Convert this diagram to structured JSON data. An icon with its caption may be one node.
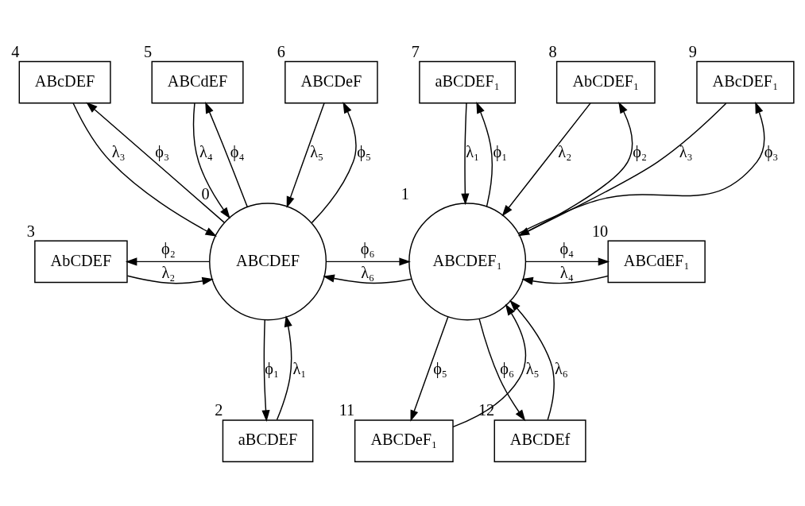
{
  "diagram": {
    "nodes": [
      {
        "text": [
          "ABCDEF"
        ],
        "beside": [
          "0"
        ]
      },
      {
        "text": [
          "ABCDEF₁"
        ],
        "beside": [
          "1"
        ]
      },
      {
        "text": [
          "aBCDEF"
        ],
        "beside": [
          "2"
        ]
      },
      {
        "text": [
          "AbCDEF"
        ],
        "beside": [
          "3"
        ]
      },
      {
        "text": [
          "ABcDEF"
        ],
        "beside": [
          "4"
        ]
      },
      {
        "text": [
          "ABCdEF"
        ],
        "beside": [
          "5"
        ]
      },
      {
        "text": [
          "ABCDeF"
        ],
        "beside": [
          "6"
        ]
      },
      {
        "text": [
          "aBCDEF₁"
        ],
        "beside": [
          "7"
        ]
      },
      {
        "text": [
          "AbCDEF₁"
        ],
        "beside": [
          "8"
        ]
      },
      {
        "text": [
          "ABcDEF₁"
        ],
        "beside": [
          "9"
        ]
      },
      {
        "text": [
          "ABCdEF₁"
        ],
        "beside": [
          "10"
        ]
      },
      {
        "text": [
          "ABCDeF₁"
        ],
        "beside": [
          "11"
        ]
      },
      {
        "text": [
          "ABCDEf"
        ],
        "beside": [
          "12"
        ]
      }
    ],
    "edges": [
      {
        "from": 0,
        "to": 4,
        "arrow": "to",
        "label": "ϕ₃"
      },
      {
        "from": 4,
        "to": 0,
        "arrow": "to",
        "label": "λ₃"
      },
      {
        "from": 0,
        "to": 5,
        "arrow": "to",
        "label": "ϕ₄"
      },
      {
        "from": 5,
        "to": 0,
        "arrow": "to",
        "label": "λ₄"
      },
      {
        "from": 0,
        "to": 6,
        "arrow": "to",
        "label": "ϕ₅"
      },
      {
        "from": 6,
        "to": 0,
        "arrow": "to",
        "label": "λ₅"
      },
      {
        "from": 0,
        "to": 3,
        "arrow": "to",
        "label": "ϕ₂"
      },
      {
        "from": 3,
        "to": 0,
        "arrow": "to",
        "label": "λ₂"
      },
      {
        "from": 0,
        "to": 1,
        "arrow": "to",
        "label": "ϕ₆"
      },
      {
        "from": 1,
        "to": 0,
        "arrow": "to",
        "label": "λ₆"
      },
      {
        "from": 2,
        "to": 0,
        "arrow": "to",
        "label": "λ₁"
      },
      {
        "from": 0,
        "to": 2,
        "arrow": "to",
        "label": "ϕ₁"
      },
      {
        "from": 1,
        "to": 7,
        "arrow": "to",
        "label": "ϕ₁"
      },
      {
        "from": 7,
        "to": 1,
        "arrow": "to",
        "label": "λ₁"
      },
      {
        "from": 1,
        "to": 8,
        "arrow": "to",
        "label": "ϕ₂"
      },
      {
        "from": 8,
        "to": 1,
        "arrow": "to",
        "label": "λ₂"
      },
      {
        "from": 1,
        "to": 9,
        "arrow": "to",
        "label": "ϕ₃"
      },
      {
        "from": 9,
        "to": 1,
        "arrow": "to",
        "label": "λ₃"
      },
      {
        "from": 1,
        "to": 10,
        "arrow": "to",
        "label": "ϕ₄"
      },
      {
        "from": 10,
        "to": 1,
        "arrow": "to",
        "label": "λ₄"
      },
      {
        "from": 1,
        "to": 11,
        "arrow": "to",
        "label": "ϕ₅"
      },
      {
        "from": 11,
        "to": 1,
        "arrow": "to",
        "label": "λ₅"
      },
      {
        "from": 12,
        "to": 1,
        "arrow": "to",
        "label": "λ₆"
      },
      {
        "from": 1,
        "to": 12,
        "arrow": "to",
        "label": "ϕ₆"
      }
    ]
  }
}
